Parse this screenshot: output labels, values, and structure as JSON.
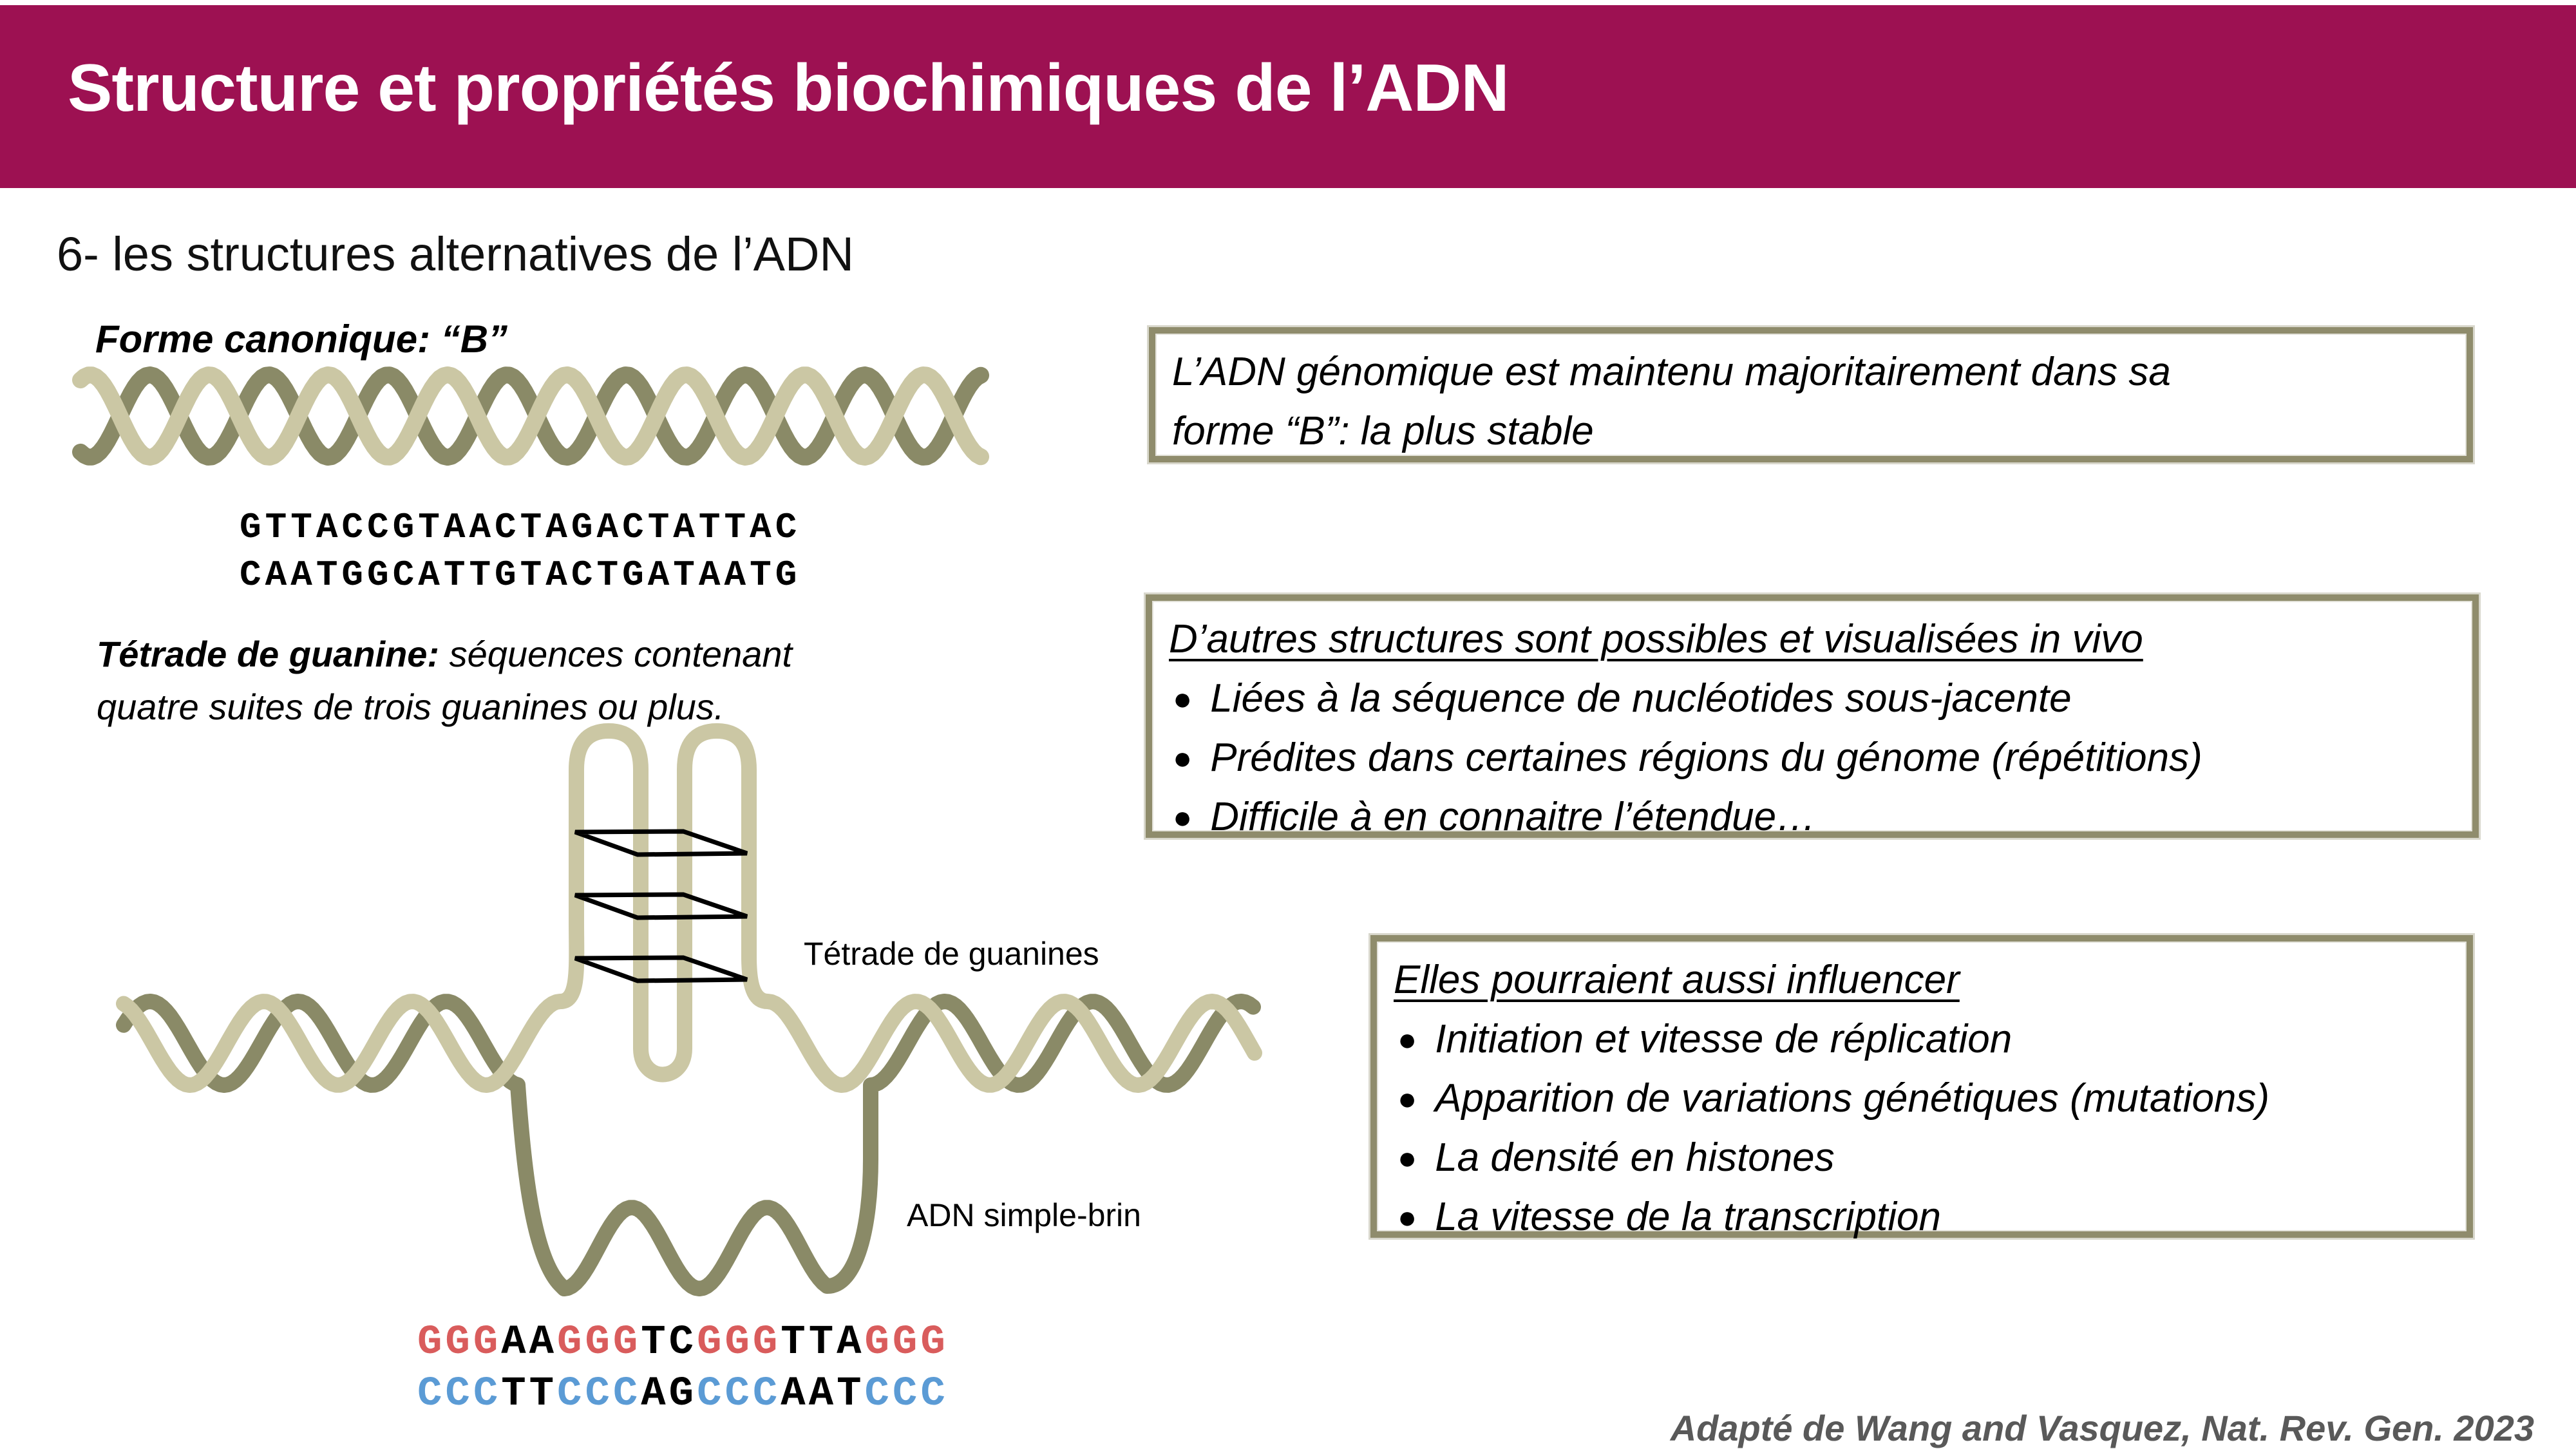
{
  "slide": {
    "title": "Structure et propriétés biochimiques de l’ADN",
    "subtitle": "6- les structures alternatives de l’ADN",
    "citation": "Adapté de Wang and Vasquez, Nat. Rev. Gen. 2023"
  },
  "canonical": {
    "label": "Forme canonique: “B”",
    "seq_top": "GTTACCGTAACTAGACTATTAC",
    "seq_bottom": "CAATGGCATTGTACTGATAATG"
  },
  "tetrad": {
    "term": "Tétrade de guanine:",
    "definition_line1": "séquences contenant",
    "definition_line2": "quatre suites de trois guanines ou plus.",
    "diagram_label_tetrad": "Tétrade de guanines",
    "diagram_label_ssdna": "ADN simple-brin",
    "seq_top_segments": [
      {
        "t": "GGG",
        "c": "red"
      },
      {
        "t": "AA",
        "c": "black"
      },
      {
        "t": "GGG",
        "c": "red"
      },
      {
        "t": "TC",
        "c": "black"
      },
      {
        "t": "GGG",
        "c": "red"
      },
      {
        "t": "TTA",
        "c": "black"
      },
      {
        "t": "GGG",
        "c": "red"
      }
    ],
    "seq_bottom_segments": [
      {
        "t": "CCC",
        "c": "blue"
      },
      {
        "t": "TT",
        "c": "black"
      },
      {
        "t": "CCC",
        "c": "blue"
      },
      {
        "t": "AG",
        "c": "black"
      },
      {
        "t": "CCC",
        "c": "blue"
      },
      {
        "t": "AAT",
        "c": "black"
      },
      {
        "t": "CCC",
        "c": "blue"
      }
    ]
  },
  "boxes": [
    {
      "lines": [
        "L’ADN génomique est maintenu majoritairement dans sa",
        "forme “B”: la plus stable"
      ]
    },
    {
      "title": "D’autres structures sont possibles et visualisées in vivo",
      "bullets": [
        "Liées à la séquence de nucléotides sous-jacente",
        "Prédites dans certaines régions du génome (répétitions)",
        "Difficile à en connaitre l’étendue…"
      ]
    },
    {
      "title": "Elles pourraient aussi influencer",
      "bullets": [
        "Initiation et vitesse de réplication",
        "Apparition de variations génétiques (mutations)",
        "La densité en histones",
        "La vitesse de la transcription"
      ]
    }
  ],
  "colors": {
    "header_bg": "#9D1152",
    "helix_dark": "#8A8A67",
    "helix_light": "#CBC7A4",
    "seq_red": "#D95C5C",
    "seq_blue": "#5B9BD5",
    "box_border": "#8F8C6C",
    "citation_gray": "#595959"
  }
}
